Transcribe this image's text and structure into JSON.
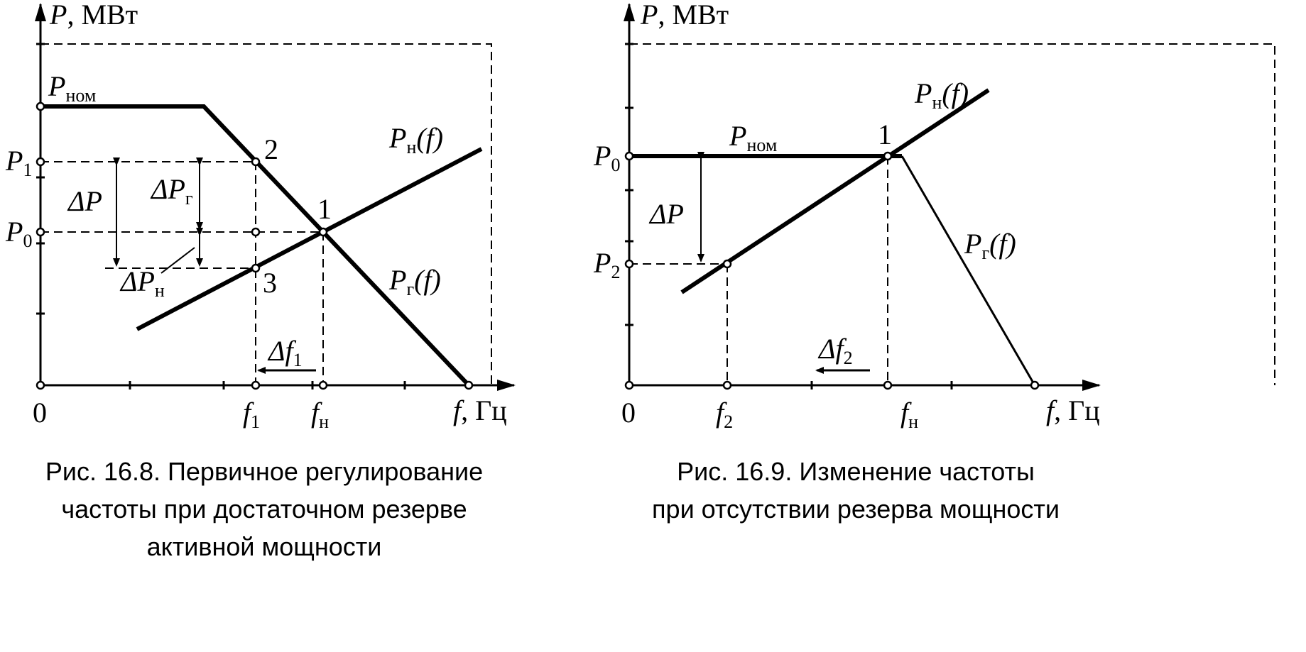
{
  "figure_left": {
    "y_axis_label": {
      "var": "P",
      "unit": ", МВт"
    },
    "x_axis_label": {
      "var": "f",
      "unit": ", Гц"
    },
    "origin": "0",
    "p_nom": {
      "main": "P",
      "sub": "ном"
    },
    "p1": {
      "main": "P",
      "sub": "1"
    },
    "p0": {
      "main": "P",
      "sub": "0"
    },
    "delta_p": "ΔP",
    "delta_pg": {
      "main": "ΔP",
      "sub": "г"
    },
    "delta_pn": {
      "main": "ΔP",
      "sub": "н"
    },
    "point_1": "1",
    "point_2": "2",
    "point_3": "3",
    "load_curve": {
      "main": "P",
      "sub": "н",
      "tail": "(f)"
    },
    "gen_curve": {
      "main": "P",
      "sub": "г",
      "tail": "(f)"
    },
    "delta_f": {
      "main": "Δf",
      "sub": "1"
    },
    "f1": {
      "main": "f",
      "sub": "1"
    },
    "fn": {
      "main": "f",
      "sub": "н"
    },
    "caption": [
      "Рис. 16.8. Первичное регулирование",
      "частоты при достаточном резерве",
      "активной мощности"
    ]
  },
  "figure_right": {
    "y_axis_label": {
      "var": "P",
      "unit": ", МВт"
    },
    "x_axis_label": {
      "var": "f",
      "unit": ", Гц"
    },
    "origin": "0",
    "p_nom": {
      "main": "P",
      "sub": "ном"
    },
    "p0": {
      "main": "P",
      "sub": "0"
    },
    "p2": {
      "main": "P",
      "sub": "2"
    },
    "delta_p": "ΔP",
    "point_1": "1",
    "load_curve": {
      "main": "P",
      "sub": "н",
      "tail": "(f)"
    },
    "gen_curve": {
      "main": "P",
      "sub": "г",
      "tail": "(f)"
    },
    "delta_f": {
      "main": "Δf",
      "sub": "2"
    },
    "f2": {
      "main": "f",
      "sub": "2"
    },
    "fn": {
      "main": "f",
      "sub": "н"
    },
    "caption": [
      "Рис. 16.9. Изменение частоты",
      "при отсутствии резерва мощности"
    ]
  }
}
